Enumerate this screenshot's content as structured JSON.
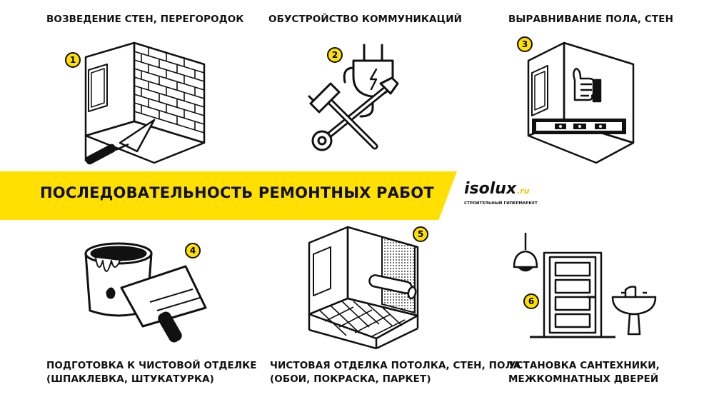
{
  "banner": {
    "title": "ПОСЛЕДОВАТЕЛЬНОСТЬ РЕМОНТНЫХ РАБОТ",
    "accent_color": "#ffe000"
  },
  "brand": {
    "name": "isolux",
    "tld": ".ru",
    "tagline": "СТРОИТЕЛЬНЫЙ ГИПЕРМАРКЕТ"
  },
  "steps": [
    {
      "number": "1",
      "caption": [
        "ВОЗВЕДЕНИЕ СТЕН, ПЕРЕГОРОДОК"
      ],
      "icon": "brick-wall-trowel-icon"
    },
    {
      "number": "2",
      "caption": [
        "ОБУСТРОЙСТВО КОММУНИКАЦИЙ"
      ],
      "icon": "plug-wrench-hammer-icon"
    },
    {
      "number": "3",
      "caption": [
        "ВЫРАВНИВАНИЕ ПОЛА, СТЕН"
      ],
      "icon": "level-thumbs-up-icon"
    },
    {
      "number": "4",
      "caption": [
        "ПОДГОТОВКА К ЧИСТОВОЙ ОТДЕЛКЕ",
        "(ШПАКЛЕВКА, ШТУКАТУРКА)"
      ],
      "icon": "paint-bucket-spatula-icon"
    },
    {
      "number": "5",
      "caption": [
        "ЧИСТОВАЯ ОТДЕЛКА ПОТОЛКА, СТЕН, ПОЛА",
        "(ОБОИ, ПОКРАСКА, ПАРКЕТ)"
      ],
      "icon": "wallpaper-parquet-room-icon"
    },
    {
      "number": "6",
      "caption": [
        "УСТАНОВКА САНТЕХНИКИ,",
        "МЕЖКОМНАТНЫХ ДВЕРЕЙ"
      ],
      "icon": "door-sink-lamp-icon"
    }
  ]
}
